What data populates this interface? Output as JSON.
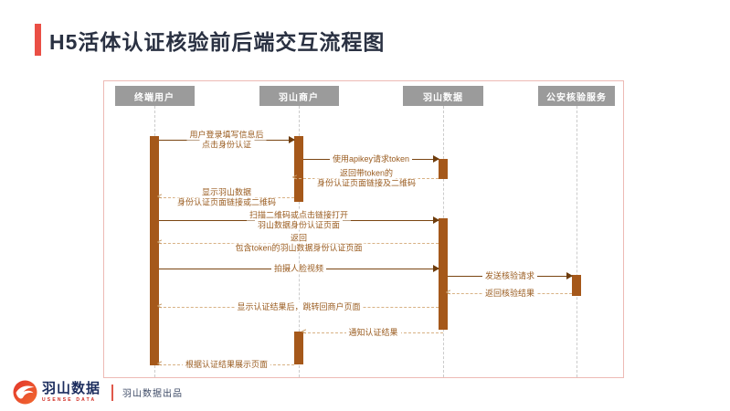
{
  "title": {
    "text": "H5活体认证核验前后端交互流程图"
  },
  "diagram": {
    "actors": [
      {
        "label": "终端用户"
      },
      {
        "label": "羽山商户"
      },
      {
        "label": "羽山数据"
      },
      {
        "label": "公安核验服务"
      }
    ],
    "messages": [
      {
        "from": 0,
        "to": 1,
        "style": "solid",
        "lines": [
          "用户登录填写信息后",
          "点击身份认证"
        ]
      },
      {
        "from": 1,
        "to": 2,
        "style": "solid",
        "lines": [
          "使用apikey请求token"
        ]
      },
      {
        "from": 2,
        "to": 1,
        "style": "dashed",
        "lines": [
          "返回带token的",
          "身份认证页面链接及二维码"
        ]
      },
      {
        "from": 1,
        "to": 0,
        "style": "dashed",
        "lines": [
          "显示羽山数据",
          "身份认证页面链接或二维码"
        ]
      },
      {
        "from": 0,
        "to": 2,
        "style": "solid",
        "lines": [
          "扫描二维码或点击链接打开",
          "羽山数据身份认证页面"
        ]
      },
      {
        "from": 2,
        "to": 0,
        "style": "dashed",
        "lines": [
          "返回",
          "包含token的羽山数据身份认证页面"
        ]
      },
      {
        "from": 0,
        "to": 2,
        "style": "solid",
        "lines": [
          "拍摄人脸视频"
        ]
      },
      {
        "from": 2,
        "to": 3,
        "style": "solid",
        "lines": [
          "发送核验请求"
        ]
      },
      {
        "from": 3,
        "to": 2,
        "style": "dashed",
        "lines": [
          "返回核验结果"
        ]
      },
      {
        "from": 2,
        "to": 0,
        "style": "dashed",
        "lines": [
          "显示认证结果后，跳转回商户页面"
        ]
      },
      {
        "from": 2,
        "to": 1,
        "style": "dashed",
        "lines": [
          "通知认证结果"
        ]
      },
      {
        "from": 1,
        "to": 0,
        "style": "dashed",
        "lines": [
          "根据认证结果展示页面"
        ]
      }
    ]
  },
  "footer": {
    "brand_cn": "羽山数据",
    "brand_en": "USENSE DATA",
    "note": "羽山数据出品",
    "logo_icon": "bird-swoosh-icon"
  },
  "colors": {
    "accent_red": "#ea4f45",
    "title_navy": "#2a3142",
    "actor_gray": "#9b9b9b",
    "activation_brown": "#a5581a",
    "solid_line_brown": "#7a4512",
    "dashed_line_tan": "#d8b285",
    "message_text_brown": "#9a5c20",
    "frame_border_pink": "#edbab5",
    "brand_navy": "#1c2d5e",
    "brand_red": "#d0281e"
  }
}
